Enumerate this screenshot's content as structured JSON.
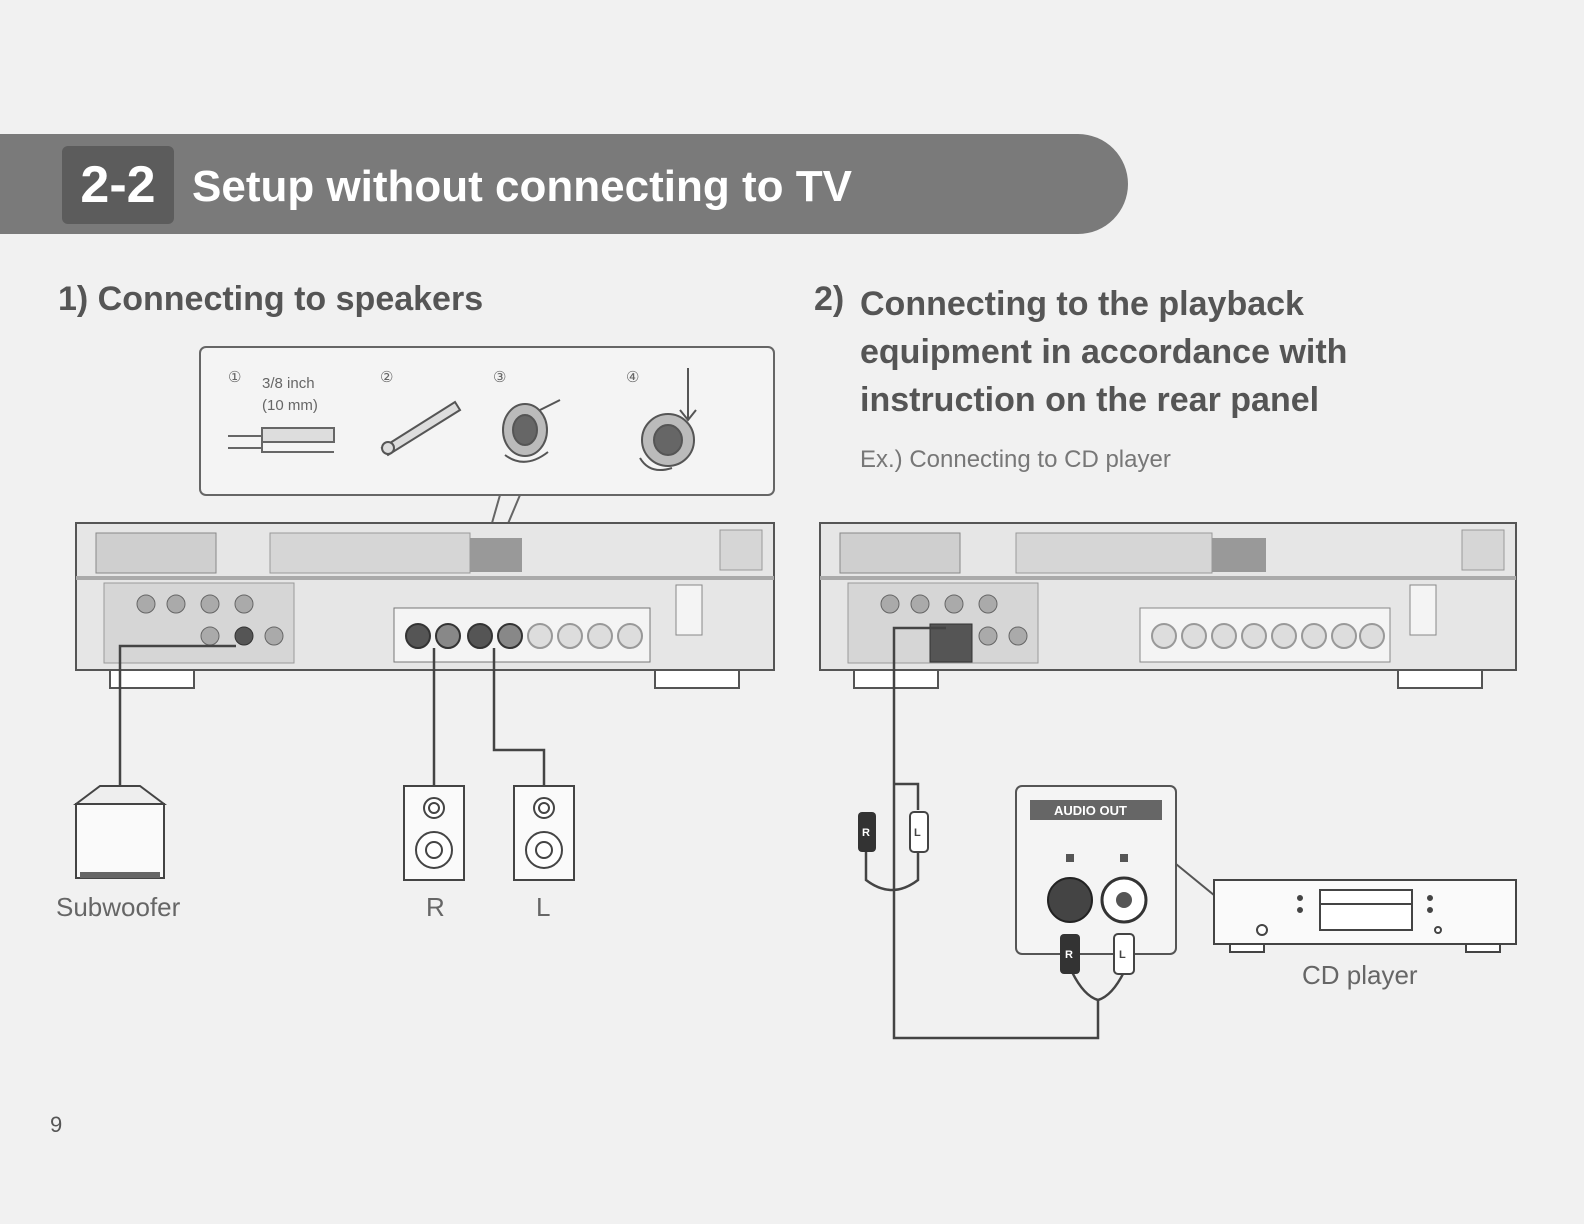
{
  "header": {
    "section_number": "2-2",
    "title": "Setup without connecting to TV"
  },
  "left": {
    "heading": "1) Connecting to speakers",
    "steps": [
      "①",
      "②",
      "③",
      "④"
    ],
    "strip_length_line1": "3/8 inch",
    "strip_length_line2": "(10 mm)",
    "labels": {
      "subwoofer": "Subwoofer",
      "right": "R",
      "left": "L"
    }
  },
  "right": {
    "heading_number": "2)",
    "heading": "Connecting to the playback equipment in accordance with instruction on the rear panel",
    "example": "Ex.) Connecting to CD player",
    "audio_out": "AUDIO OUT",
    "plug_r": "R",
    "plug_l": "L",
    "cd_player": "CD player"
  },
  "page_number": "9"
}
